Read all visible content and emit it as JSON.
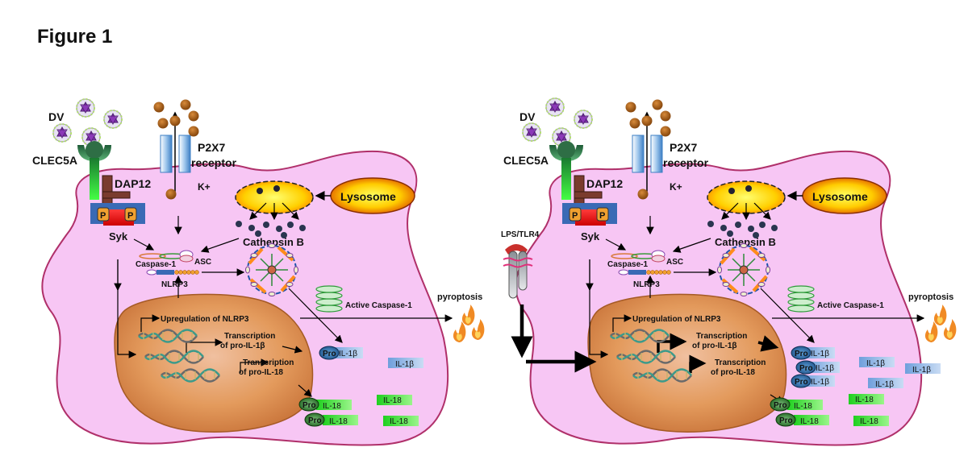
{
  "figure_title": "Figure 1",
  "panels": [
    {
      "id": "left",
      "labels": {
        "dv": "DV",
        "clec5a": "CLEC5A",
        "dap12": "DAP12",
        "syk": "Syk",
        "phos": "P",
        "p2x7_line1": "P2X7",
        "p2x7_line2": "receptor",
        "k_ion": "K+",
        "lysosome": "Lysosome",
        "cathepsin_b": "Cathepsin B",
        "caspase1": "Caspase-1",
        "asc": "ASC",
        "nlrp3": "NLRP3",
        "active_caspase1": "Active Caspase-1",
        "pyroptosis": "pyroptosis",
        "upregulation_nlrp3": "Upregulation of NLRP3",
        "transcription_il1b_line1": "Transcription",
        "transcription_il1b_line2": "of pro-IL-1β",
        "transcription_il18_line1": "Transcription",
        "transcription_il18_line2": "of pro-IL-18",
        "pro": "Pro",
        "il1b": "IL-1β",
        "il18": "IL-18"
      }
    },
    {
      "id": "right",
      "labels": {
        "dv": "DV",
        "clec5a": "CLEC5A",
        "dap12": "DAP12",
        "syk": "Syk",
        "phos": "P",
        "p2x7_line1": "P2X7",
        "p2x7_line2": "receptor",
        "k_ion": "K+",
        "lysosome": "Lysosome",
        "cathepsin_b": "Cathepsin B",
        "caspase1": "Caspase-1",
        "asc": "ASC",
        "nlrp3": "NLRP3",
        "active_caspase1": "Active Caspase-1",
        "pyroptosis": "pyroptosis",
        "upregulation_nlrp3": "Upregulation of NLRP3",
        "transcription_il1b_line1": "Transcription",
        "transcription_il1b_line2": "of pro-IL-1β",
        "transcription_il18_line1": "Transcription",
        "transcription_il18_line2": "of pro-IL-18",
        "pro": "Pro",
        "il1b": "IL-1β",
        "il18": "IL-18",
        "lps_tlr4": "LPS/TLR4"
      }
    }
  ],
  "colors": {
    "cell_fill": "#f7c6f4",
    "cell_stroke": "#b0306a",
    "nucleus_fill": "#e9a064",
    "il1b_fill": "#8db4e6",
    "il18_fill": "#44dd2a",
    "k_ion_fill": "#b5651d",
    "lysosome_fill": "#ffd21a",
    "arrow": "#000000"
  }
}
